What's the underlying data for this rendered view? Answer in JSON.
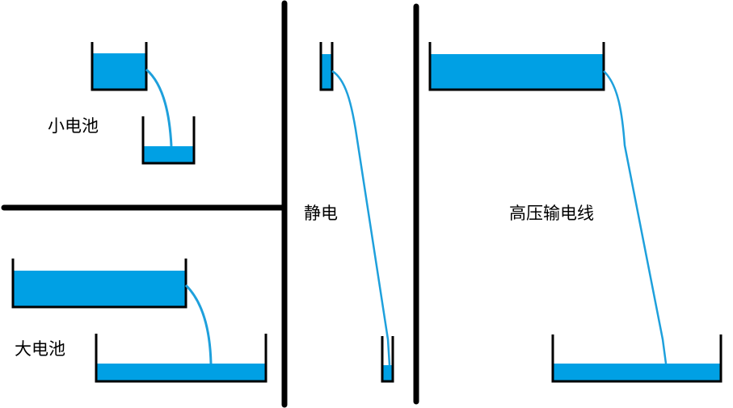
{
  "labels": {
    "small_battery": "小电池",
    "large_battery": "大电池",
    "static_electricity": "静电",
    "high_voltage_line": "高压输电线"
  },
  "colors": {
    "water": "#00a0e4",
    "stream": "#1ea0dc",
    "outline": "#000000",
    "background": "#ffffff"
  }
}
